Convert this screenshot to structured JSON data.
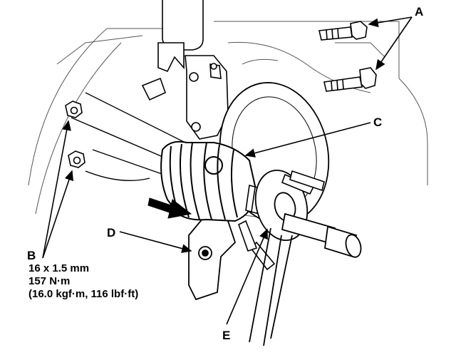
{
  "callouts": {
    "a": "A",
    "b": "B",
    "c": "C",
    "d": "D",
    "e": "E"
  },
  "spec": {
    "size": "16 x 1.5 mm",
    "torque_nm": "157 N·m",
    "torque_alt": "(16.0 kgf·m, 116 lbf·ft)"
  }
}
